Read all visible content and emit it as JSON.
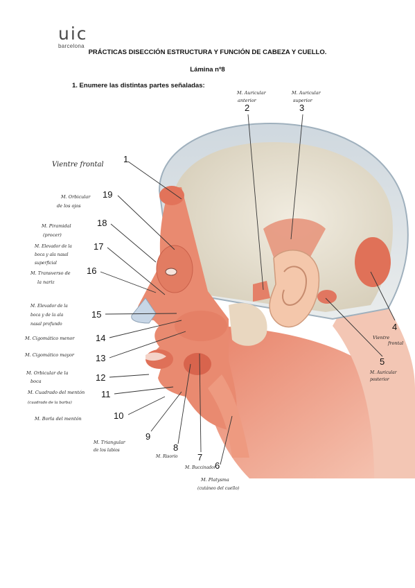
{
  "logo": {
    "mark": "uic",
    "sub": "barcelona"
  },
  "header": {
    "title": "PRÁCTICAS DISECCIÓN ESTRUCTURA Y FUNCIÓN DE CABEZA Y CUELLO.",
    "subtitle": "Lámina nº8",
    "question": "1.    Enumere las distintas partes señaladas:"
  },
  "labels": [
    {
      "num": "1",
      "lines": [
        "Vientre frontal"
      ]
    },
    {
      "num": "2",
      "lines": [
        "M. Auricular",
        "anterior"
      ]
    },
    {
      "num": "3",
      "lines": [
        "M. Auricular",
        "superior"
      ]
    },
    {
      "num": "4",
      "lines": [
        "Vientre",
        "frontal"
      ]
    },
    {
      "num": "5",
      "lines": [
        "M. Auricular",
        "posterior"
      ]
    },
    {
      "num": "6",
      "lines": [
        "M. Platysma",
        "(cutáneo del cuello)"
      ]
    },
    {
      "num": "7",
      "lines": [
        "M. Buccinador"
      ]
    },
    {
      "num": "8",
      "lines": [
        "M. Risorio"
      ]
    },
    {
      "num": "9",
      "lines": [
        "M. Triangular",
        "de los labios"
      ]
    },
    {
      "num": "10",
      "lines": [
        "M. Borla del mentón"
      ]
    },
    {
      "num": "11",
      "lines": [
        "M. Cuadrado del mentón",
        "(cuadrado de la barba)"
      ]
    },
    {
      "num": "12",
      "lines": [
        "M. Orbicular de la",
        "boca"
      ]
    },
    {
      "num": "13",
      "lines": [
        "M. Cigomático mayor"
      ]
    },
    {
      "num": "14",
      "lines": [
        "M. Cigomático menor"
      ]
    },
    {
      "num": "15",
      "lines": [
        "M. Elevador de la",
        "boca y de la ala",
        "nasal profundo"
      ]
    },
    {
      "num": "16",
      "lines": [
        "M. Transverso de",
        "la nariz"
      ]
    },
    {
      "num": "17",
      "lines": [
        "M. Elevador de la",
        "boca y ala nasal",
        "superficial"
      ]
    },
    {
      "num": "18",
      "lines": [
        "M. Piramidal",
        "(procer)"
      ]
    },
    {
      "num": "19",
      "lines": [
        "M. Orbicular",
        "de los ojos"
      ]
    }
  ]
}
